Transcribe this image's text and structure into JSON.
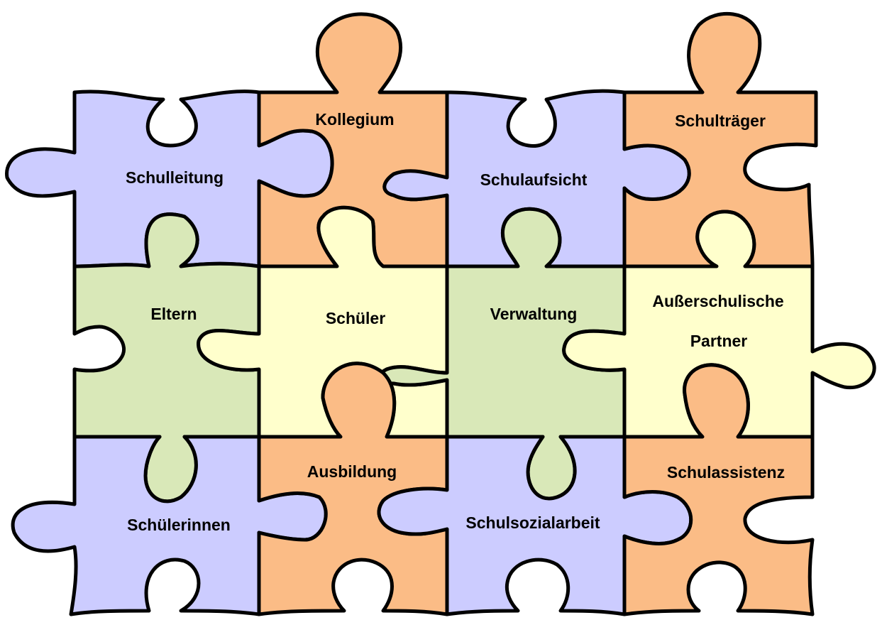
{
  "colors": {
    "purple": "#ccccff",
    "orange": "#fbbc86",
    "green": "#d9e8b8",
    "yellow": "#ffffcc",
    "outline": "#000000"
  },
  "pieces": [
    {
      "id": "schulleitung",
      "label": "Schulleitung",
      "color": "purple"
    },
    {
      "id": "kollegium",
      "label": "Kollegium",
      "color": "orange"
    },
    {
      "id": "schulaufsicht",
      "label": "Schulaufsicht",
      "color": "purple"
    },
    {
      "id": "schultraeger",
      "label": "Schulträger",
      "color": "orange"
    },
    {
      "id": "eltern",
      "label": "Eltern",
      "color": "green"
    },
    {
      "id": "schueler",
      "label": "Schüler",
      "color": "yellow"
    },
    {
      "id": "verwaltung",
      "label": "Verwaltung",
      "color": "green"
    },
    {
      "id": "ausserschulische-partner",
      "label": "Außerschulische",
      "label2": "Partner",
      "color": "yellow"
    },
    {
      "id": "schuelerinnen",
      "label": "Schülerinnen",
      "color": "purple"
    },
    {
      "id": "ausbildung",
      "label": "Ausbildung",
      "color": "orange"
    },
    {
      "id": "schulsozialarbeit",
      "label": "Schulsozialarbeit",
      "color": "purple"
    },
    {
      "id": "schulassistenz",
      "label": "Schulassistenz",
      "color": "orange"
    }
  ]
}
